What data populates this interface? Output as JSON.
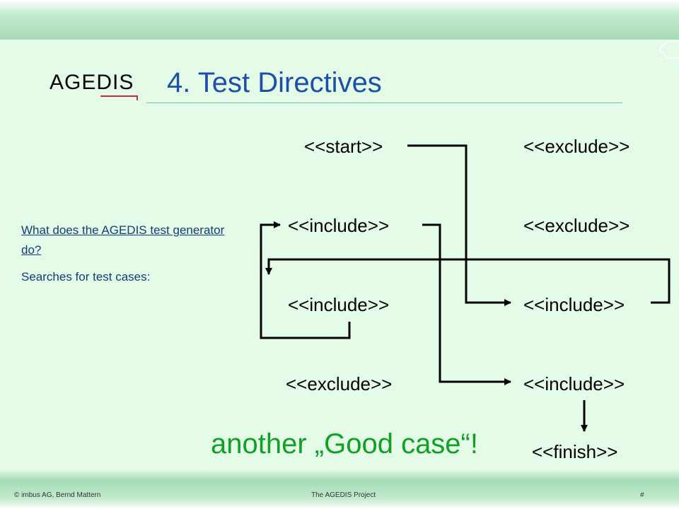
{
  "header": {
    "logo_text": "AGEDIS",
    "title": "4. Test Directives"
  },
  "sidebar": {
    "question": "What does the AGEDIS test generator do?",
    "answer": "Searches for test cases:"
  },
  "diagram": {
    "nodes": {
      "start": "<<start>>",
      "include_left_1": "<<include>>",
      "include_left_2": "<<include>>",
      "exclude_left": "<<exclude>>",
      "exclude_right_1": "<<exclude>>",
      "exclude_right_2": "<<exclude>>",
      "include_right_1": "<<include>>",
      "include_right_2": "<<include>>",
      "finish": "<<finish>>"
    }
  },
  "callout": "another „Good case“!",
  "footer": {
    "left": "© imbus AG, Bernd Mattern",
    "center": "The AGEDIS Project",
    "right": "#"
  },
  "colors": {
    "title": "#1d4fa8",
    "callout": "#11a024",
    "side_text": "#123c7a",
    "logo_underline": "#d42a3c"
  }
}
